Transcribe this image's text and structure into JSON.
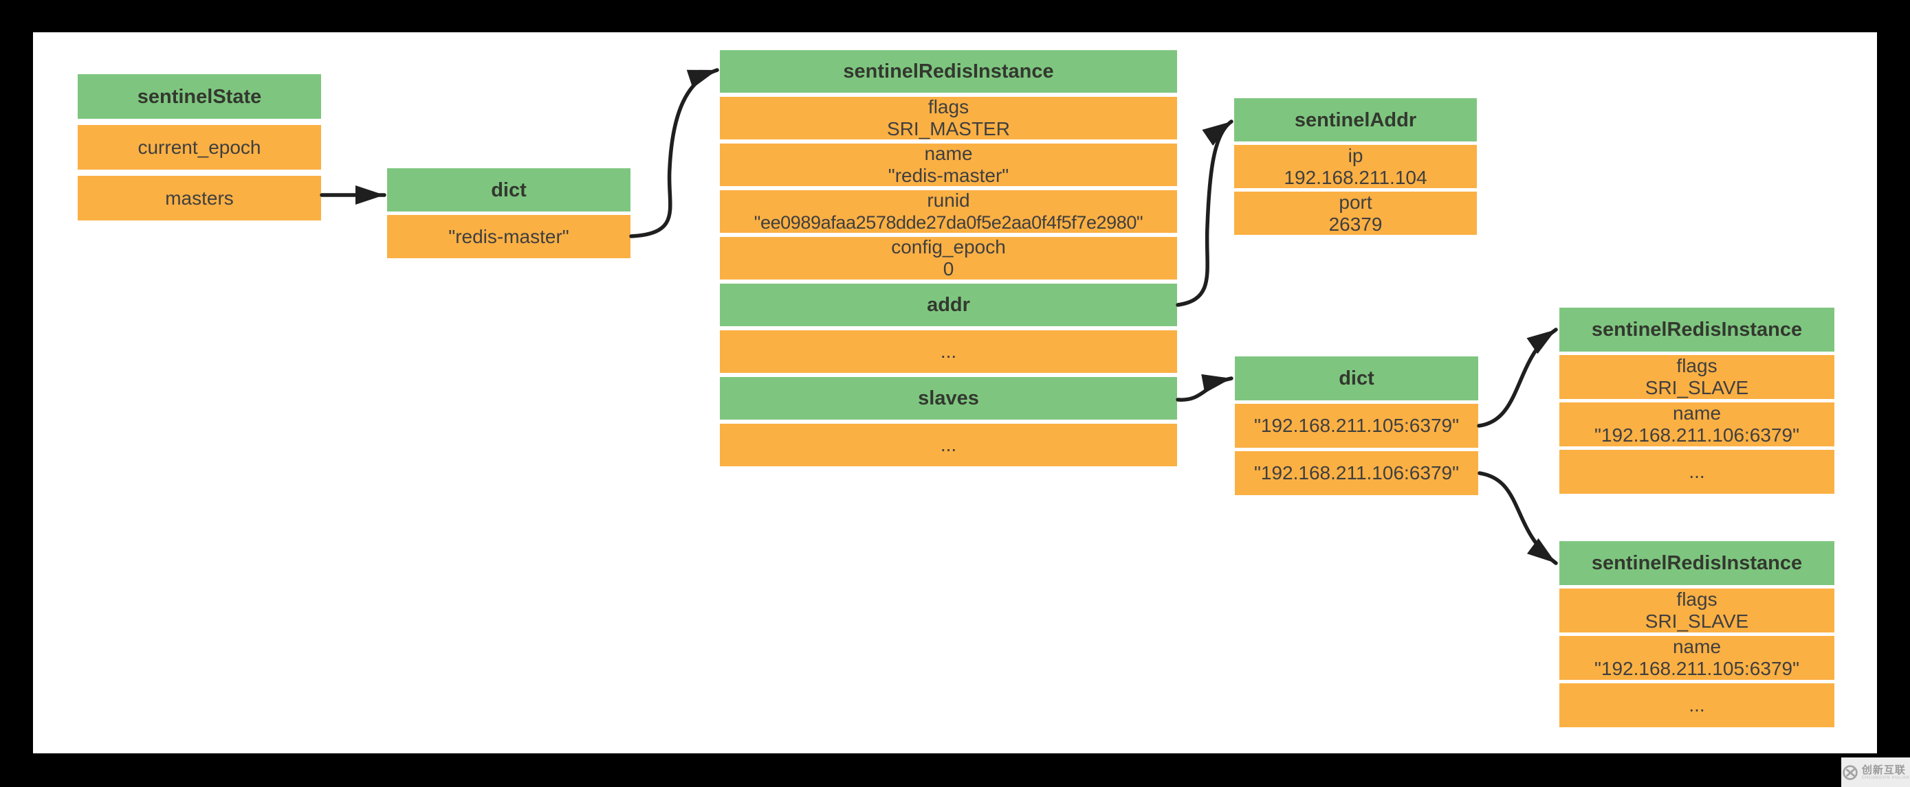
{
  "colors": {
    "frame_background": "#000000",
    "canvas_background": "#ffffff",
    "header_fill": "#7ec67f",
    "field_fill": "#fbb044",
    "arrow": "#1f1f1f"
  },
  "watermark": {
    "brand": "创新互联",
    "caption": "CHUANGXIN HULIAN"
  },
  "diagram": {
    "nodes": [
      {
        "id": "sentinel-state",
        "rows": [
          {
            "kind": "header",
            "lines": [
              "sentinelState"
            ]
          },
          {
            "kind": "field",
            "lines": [
              "current_epoch"
            ]
          },
          {
            "kind": "field",
            "lines": [
              "masters"
            ]
          }
        ]
      },
      {
        "id": "dict-masters",
        "rows": [
          {
            "kind": "header",
            "lines": [
              "dict"
            ]
          },
          {
            "kind": "field",
            "lines": [
              "\"redis-master\""
            ]
          }
        ]
      },
      {
        "id": "sri-master",
        "rows": [
          {
            "kind": "header",
            "lines": [
              "sentinelRedisInstance"
            ]
          },
          {
            "kind": "field",
            "lines": [
              "flags",
              "SRI_MASTER"
            ]
          },
          {
            "kind": "field",
            "lines": [
              "name",
              "\"redis-master\""
            ]
          },
          {
            "kind": "field",
            "lines": [
              "runid",
              "\"ee0989afaa2578dde27da0f5e2aa0f4f5f7e2980\""
            ]
          },
          {
            "kind": "field",
            "lines": [
              "config_epoch",
              "0"
            ]
          },
          {
            "kind": "header",
            "lines": [
              "addr"
            ]
          },
          {
            "kind": "field",
            "lines": [
              "..."
            ]
          },
          {
            "kind": "header",
            "lines": [
              "slaves"
            ]
          },
          {
            "kind": "field",
            "lines": [
              "..."
            ]
          }
        ]
      },
      {
        "id": "sentinel-addr",
        "rows": [
          {
            "kind": "header",
            "lines": [
              "sentinelAddr"
            ]
          },
          {
            "kind": "field",
            "lines": [
              "ip",
              "192.168.211.104"
            ]
          },
          {
            "kind": "field",
            "lines": [
              "port",
              "26379"
            ]
          }
        ]
      },
      {
        "id": "dict-slaves",
        "rows": [
          {
            "kind": "header",
            "lines": [
              "dict"
            ]
          },
          {
            "kind": "field",
            "lines": [
              "\"192.168.211.105:6379\""
            ]
          },
          {
            "kind": "field",
            "lines": [
              "\"192.168.211.106:6379\""
            ]
          }
        ]
      },
      {
        "id": "sri-slave-106",
        "rows": [
          {
            "kind": "header",
            "lines": [
              "sentinelRedisInstance"
            ]
          },
          {
            "kind": "field",
            "lines": [
              "flags",
              "SRI_SLAVE"
            ]
          },
          {
            "kind": "field",
            "lines": [
              "name",
              "\"192.168.211.106:6379\""
            ]
          },
          {
            "kind": "field",
            "lines": [
              "..."
            ]
          }
        ]
      },
      {
        "id": "sri-slave-105",
        "rows": [
          {
            "kind": "header",
            "lines": [
              "sentinelRedisInstance"
            ]
          },
          {
            "kind": "field",
            "lines": [
              "flags",
              "SRI_SLAVE"
            ]
          },
          {
            "kind": "field",
            "lines": [
              "name",
              "\"192.168.211.105:6379\""
            ]
          },
          {
            "kind": "field",
            "lines": [
              "..."
            ]
          }
        ]
      }
    ],
    "edges": [
      {
        "from": "sentinel-state:masters",
        "to": "dict-masters"
      },
      {
        "from": "dict-masters:redis-master",
        "to": "sri-master"
      },
      {
        "from": "sri-master:addr",
        "to": "sentinel-addr"
      },
      {
        "from": "sri-master:slaves",
        "to": "dict-slaves"
      },
      {
        "from": "dict-slaves:192.168.211.105:6379",
        "to": "sri-slave-106"
      },
      {
        "from": "dict-slaves:192.168.211.106:6379",
        "to": "sri-slave-105"
      }
    ]
  }
}
